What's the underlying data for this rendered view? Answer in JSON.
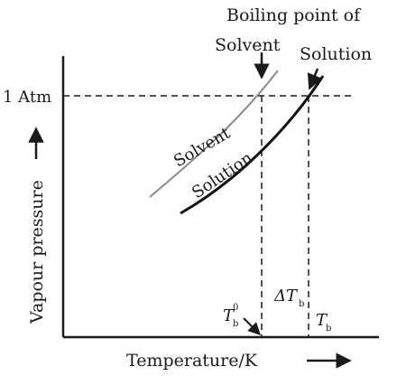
{
  "header": {
    "line1": "Boiling point of",
    "solvent_label": "Solvent",
    "solution_label": "Solution"
  },
  "axes": {
    "y_pressure_label": "1 Atm",
    "ylabel": "Vapour pressure",
    "xlabel": "Temperature/K"
  },
  "curves": {
    "solvent_label": "Solvent",
    "solution_label": "Solution"
  },
  "markers": {
    "tb0": "T",
    "tb0_sub": "b",
    "tb0_sup": "0",
    "delta": "ΔT",
    "delta_sub": "b",
    "tb": "T",
    "tb_sub": "b"
  },
  "colors": {
    "solvent_curve": "#8a8a8a",
    "solution_curve": "#111111",
    "ink": "#1a1a1a"
  }
}
